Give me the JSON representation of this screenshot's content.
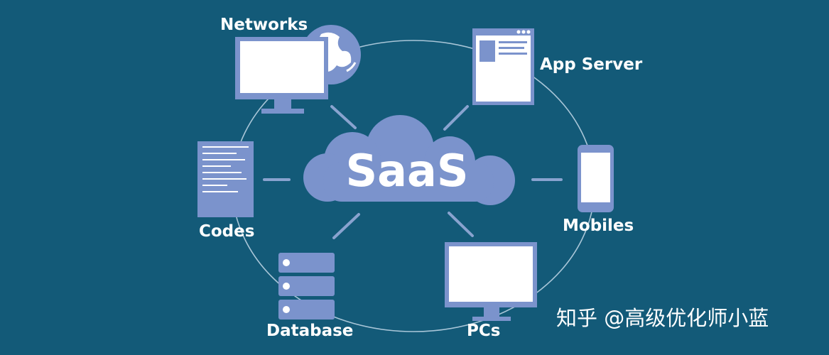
{
  "diagram": {
    "center_label": "SaaS",
    "nodes": {
      "networks": "Networks",
      "app_server": "App Server",
      "mobiles": "Mobiles",
      "pcs": "PCs",
      "database": "Database",
      "codes": "Codes"
    }
  },
  "watermark": "知乎 @高级优化师小蓝",
  "colors": {
    "background": "#135a78",
    "icon_fill": "#7b93cc",
    "screen": "#ffffff",
    "ring": "#a9c6d8",
    "connector": "#89a3cf"
  }
}
